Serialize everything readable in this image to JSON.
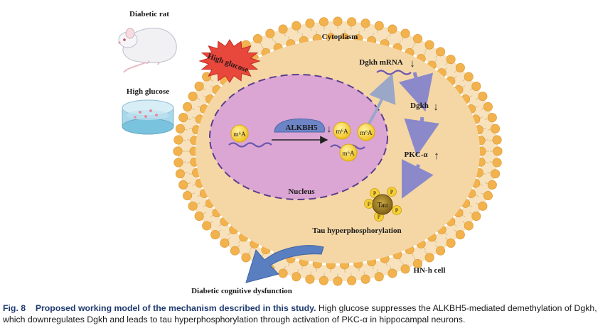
{
  "labels": {
    "diabetic_rat": "Diabetic rat",
    "high_glucose_dish": "High glucose",
    "high_glucose_burst": "High glucose",
    "cytoplasm": "Cytoplasm",
    "nucleus": "Nucleus",
    "alkbh5": "ALKBH5",
    "dgkh_mrna": "Dgkh mRNA",
    "dgkh": "Dgkh",
    "pkc": "PKC-α",
    "tau": "Tau",
    "tau_hyper": "Tau hyperphosphorylation",
    "hnh_cell": "HN-h cell",
    "cognitive": "Diabetic cognitive dysfunction",
    "m6a": "m⁶A",
    "phosphate": "P",
    "down_arrow": "↓",
    "up_arrow": "↑"
  },
  "caption": {
    "fig": "Fig. 8",
    "title": "Proposed working model of the mechanism described in this study.",
    "text": "High glucose suppresses the ALKBH5-mediated demethylation of Dgkh, which downregulates Dgkh and leads to tau hyperphosphorylation through activation of PKC-α in hippocampal neurons."
  },
  "colors": {
    "membrane_head": "#f2b24d",
    "cytoplasm": "#f5d7a6",
    "nucleus": "#dba6d3",
    "rna": "#6b56b0",
    "flow_arrow": "#8b89c9",
    "burst": "#e8473c",
    "alkbh5": "#6d85c7",
    "m6a": "#f6cf34",
    "tau": "#9c7a1c",
    "cognitive_arrow": "#5a7fc0"
  }
}
